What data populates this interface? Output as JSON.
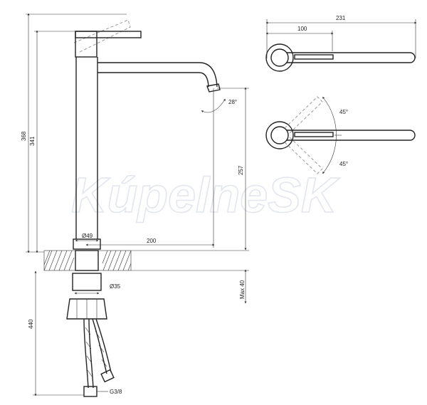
{
  "colors": {
    "line": "#222222",
    "ghost": "#999999",
    "watermark": "#e3e6ee"
  },
  "watermark": "KúpelneSK",
  "dimensions": {
    "total_height": "368",
    "body_height": "341",
    "spout_height": "257",
    "spout_reach": "200",
    "base_diameter": "Ø49",
    "angle_spout": "28°",
    "below_counter": "440",
    "max_thickness": "Max 40",
    "shank_diameter": "Ø35",
    "connection_thread": "G3/8"
  },
  "top_view": {
    "overall_length": "231",
    "handle_length": "100",
    "angle_up": "45°",
    "angle_down": "45°"
  }
}
